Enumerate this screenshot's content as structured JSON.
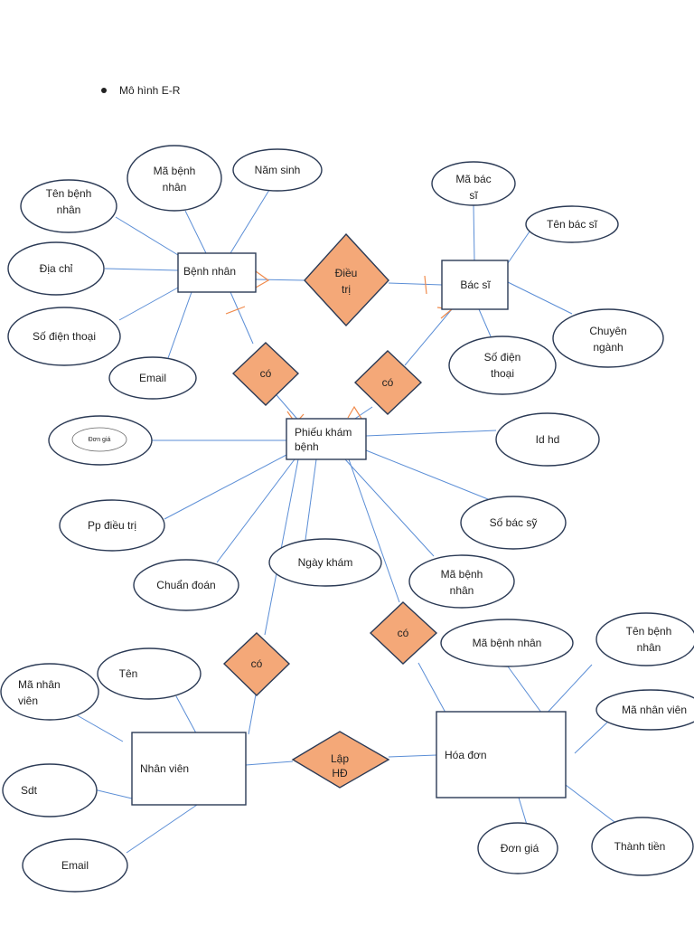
{
  "heading": {
    "bullet_text": "Mô hình E-R"
  },
  "entities": {
    "benh_nhan": "Bệnh nhân",
    "bac_si": "Bác sĩ",
    "phieu_kham": [
      "Phiếu khám",
      "bệnh"
    ],
    "nhan_vien": "Nhân viên",
    "hoa_don": "Hóa đơn"
  },
  "relationships": {
    "dieu_tri": [
      "Điều",
      "trị"
    ],
    "co_1": "có",
    "co_2": "có",
    "co_3": "có",
    "co_4": "có",
    "lap": [
      "Lập",
      "HĐ"
    ]
  },
  "attributes": {
    "ten_benh_nhan": [
      "Tên bệnh",
      "nhân"
    ],
    "ma_benh_nhan": [
      "Mã bệnh",
      "nhân"
    ],
    "nam_sinh": "Năm sinh",
    "dia_chi": "Địa chỉ",
    "so_dien_thoai": "Số điện thoại",
    "email_bn": "Email",
    "ma_bac_si": [
      "Mã bác",
      "sĩ"
    ],
    "ten_bac_si": "Tên bác sĩ",
    "chuyen_nganh": [
      "Chuyên",
      "ngành"
    ],
    "sdt_bac_si": [
      "Số điện",
      "thoại"
    ],
    "don_gia_inner": "Đơn giá",
    "id_hd": "Id hd",
    "pp_dieu_tri": "Pp điều trị",
    "so_bac_sy": "Số bác sỹ",
    "chuan_doan": "Chuẩn đoán",
    "ngay_kham": "Ngày khám",
    "ma_bn_phieu": [
      "Mã bệnh",
      "nhân"
    ],
    "ma_nhan_vien": [
      "Mã nhân",
      "viên"
    ],
    "ten": "Tên",
    "sdt": "Sdt",
    "email_nv": "Email",
    "ma_bn_hd": "Mã bệnh nhân",
    "ten_bn_hd": [
      "Tên bệnh",
      "nhân"
    ],
    "ma_nv_hd": "Mã nhân viên",
    "don_gia": "Đơn giá",
    "thanh_tien": "Thành tiền"
  },
  "colors": {
    "line": "#5b8ed6",
    "diamond_fill": "#f4a878",
    "outline": "#2b3a55",
    "crowfoot": "#f08a4b"
  }
}
